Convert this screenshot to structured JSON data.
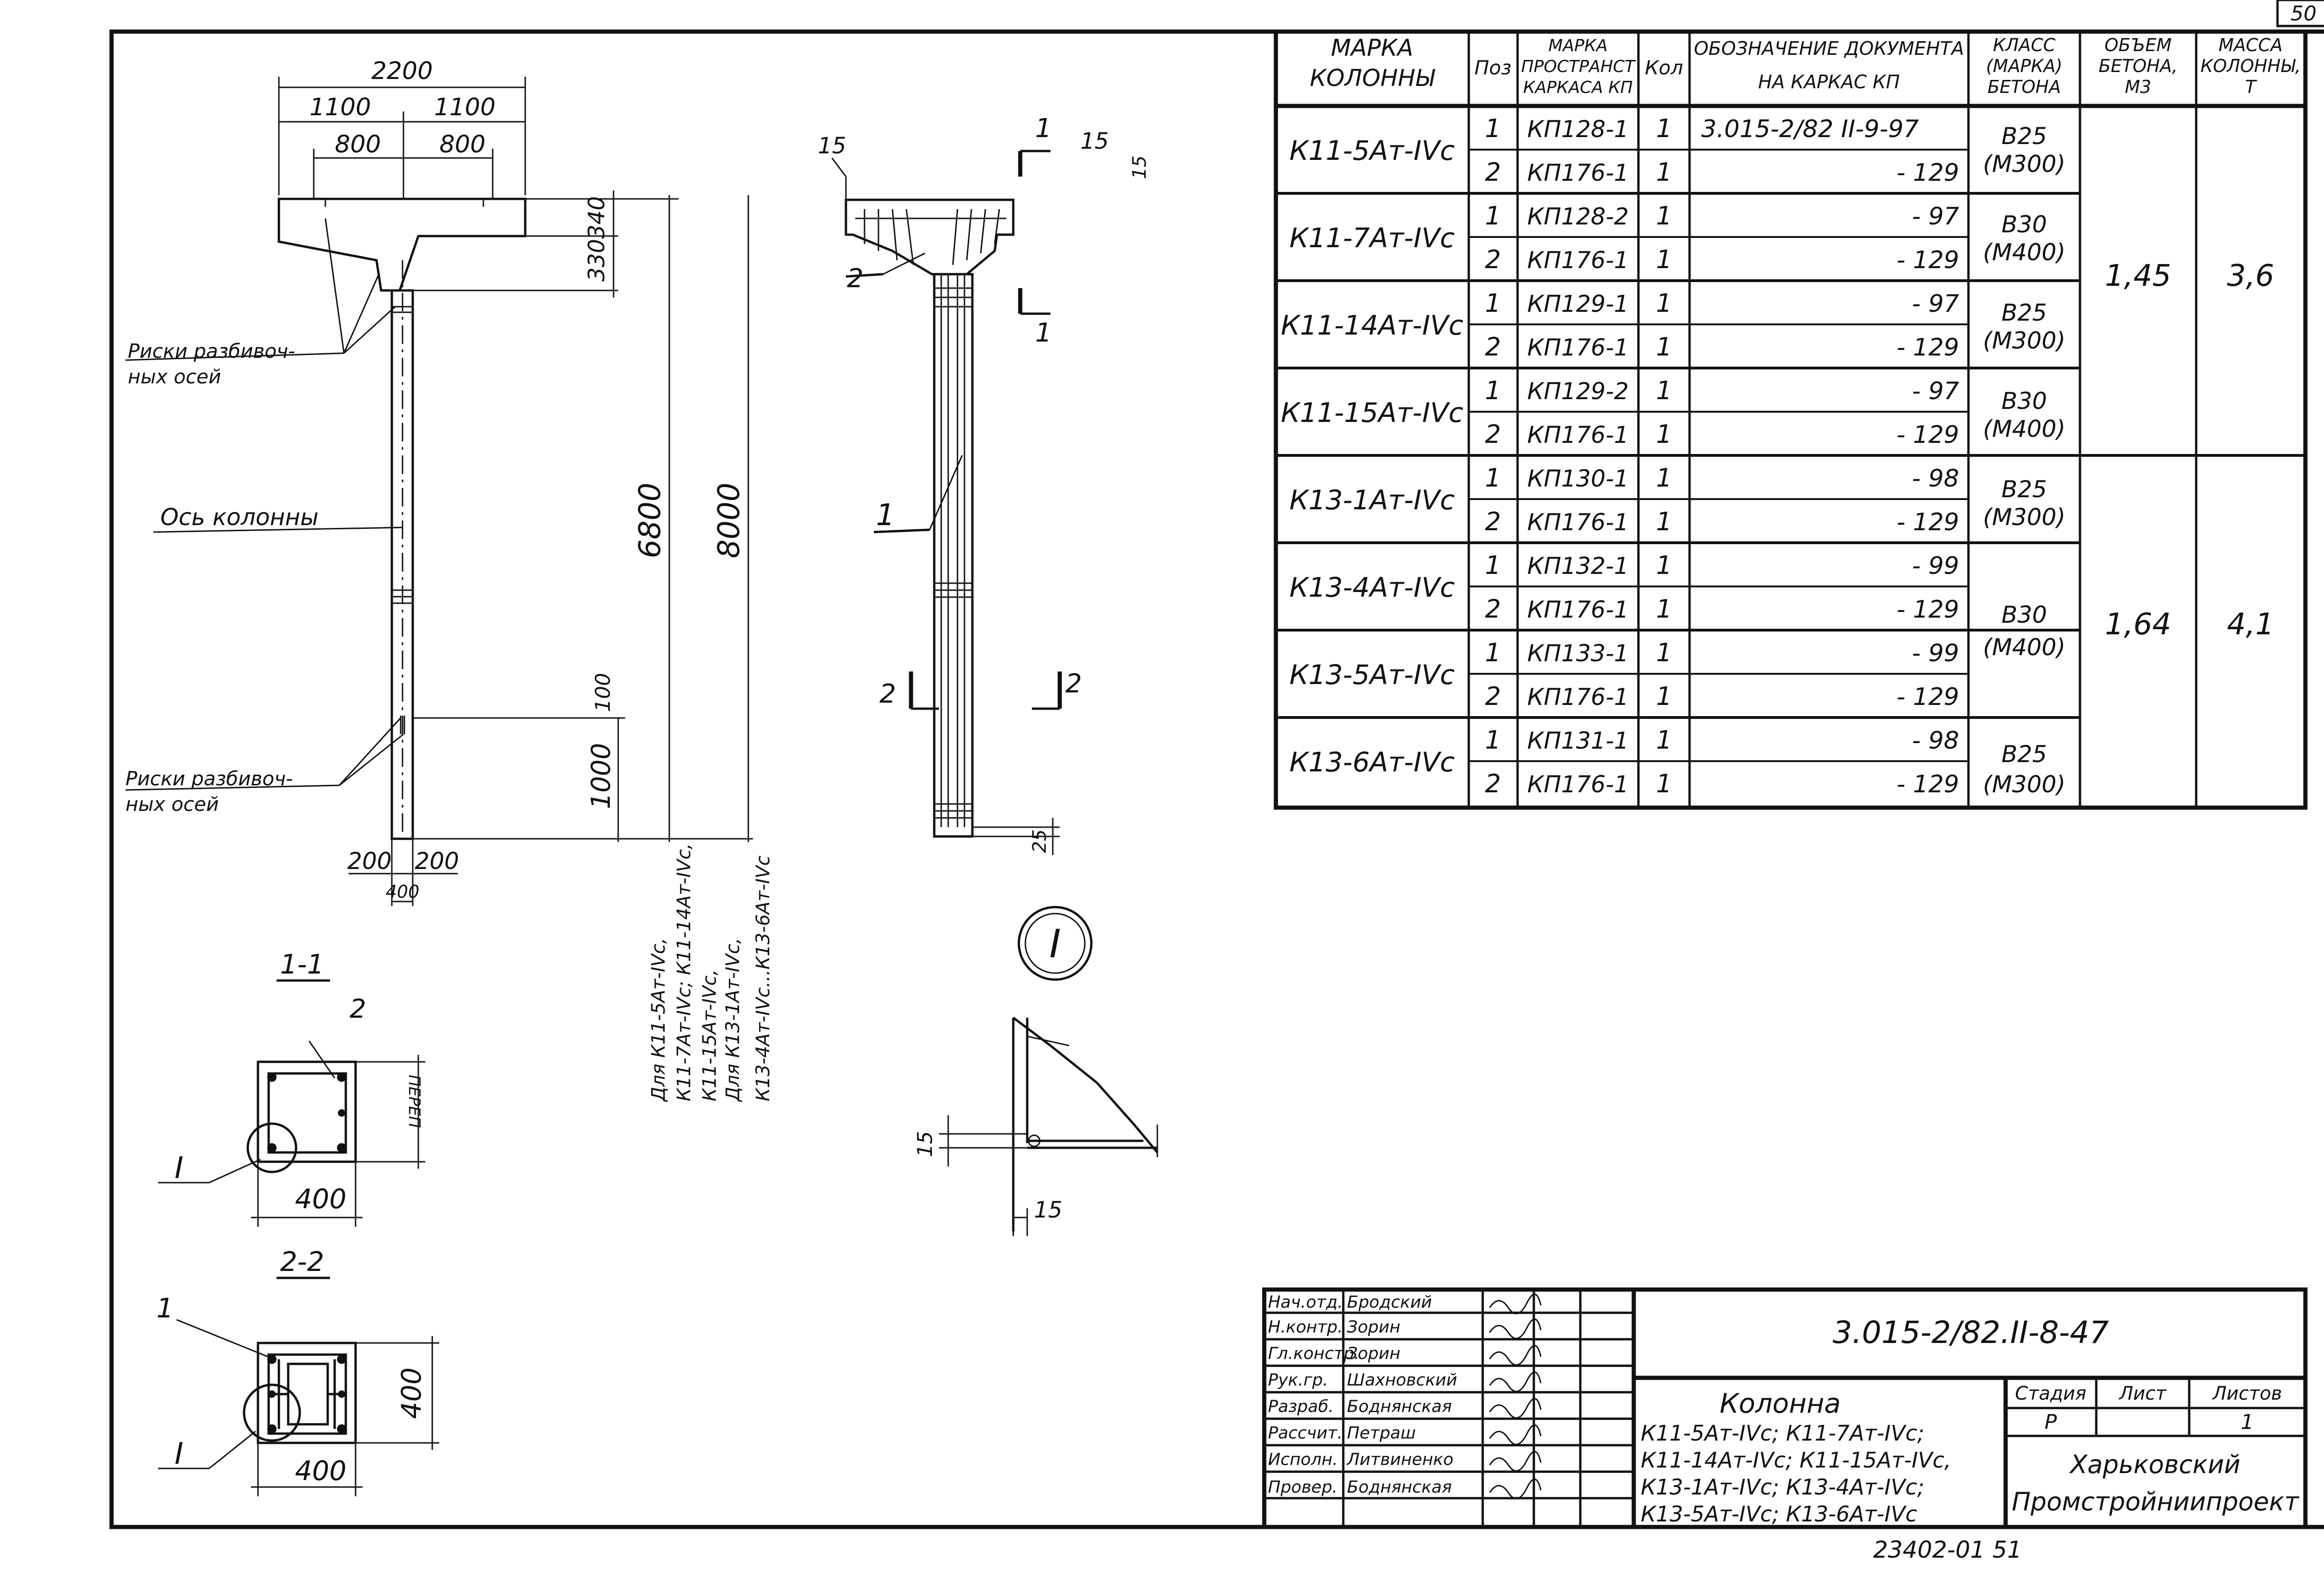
{
  "sheet": {
    "sheet_number": "50",
    "bottom_number": "23402-01  51"
  },
  "elevation": {
    "dim_2200": "2200",
    "dim_1100_left": "1100",
    "dim_1100_right": "1100",
    "dim_800_left": "800",
    "dim_800_right": "800",
    "dim_340": "340",
    "dim_330": "330",
    "dim_6800": "6800",
    "dim_8000": "8000",
    "dim_100": "100",
    "dim_1000": "1000",
    "dim_200_left": "200",
    "dim_200_right": "200",
    "dim_400": "400",
    "label_risks_top_1": "Риски разбивоч-",
    "label_risks_top_2": "ных осей",
    "label_axis": "Ось колонны",
    "label_risks_bottom_1": "Риски разбивоч-",
    "label_risks_bottom_2": "ных осей",
    "note_1": "Для К11-5Ат-IVс,",
    "note_2": "К11-7Ат-IVс; К11-14Ат-IVс,",
    "note_3": "К11-15Ат-IVс,",
    "note_4": "Для К13-1Ат-IVс,",
    "note_5": "К13-4Ат-IVс...К13-6Ат-IVс"
  },
  "cage": {
    "pos_1": "1",
    "pos_2": "2",
    "dim_15_left": "15",
    "dim_15_right": "15",
    "dim_15_side": "15",
    "dim_25": "25",
    "cut_1_top": "1",
    "cut_1_bottom": "1",
    "cut_2_left": "2",
    "cut_2_right": "2"
  },
  "detail_node": {
    "marker": "I",
    "dim_15_a": "15",
    "dim_15_b": "15"
  },
  "sections": {
    "s11_label": "1-1",
    "s11_pos": "2",
    "s11_perep": "ПЕРЕП",
    "s11_width": "400",
    "s11_node": "I",
    "s22_label": "2-2",
    "s22_pos": "1",
    "s22_width": "400",
    "s22_height": "400",
    "s22_node": "I"
  },
  "spec_table": {
    "headers": [
      "Марка колонны",
      "Поз",
      "Марка пространст каркаса КП",
      "Кол",
      "Обозначение документа на каркас КП",
      "Класс (марка) бетона",
      "Объем бетона, м3",
      "Масса колонны, т"
    ],
    "groups": [
      {
        "mark": "К11-5Ат-IVс",
        "rows": [
          [
            "1",
            "КП128-1",
            "1",
            "3.015-2/82 II-9-97"
          ],
          [
            "2",
            "КП176-1",
            "1",
            "- 129"
          ]
        ]
      },
      {
        "mark": "К11-7Ат-IVс",
        "rows": [
          [
            "1",
            "КП128-2",
            "1",
            "- 97"
          ],
          [
            "2",
            "КП176-1",
            "1",
            "- 129"
          ]
        ]
      },
      {
        "mark": "К11-14Ат-IVс",
        "rows": [
          [
            "1",
            "КП129-1",
            "1",
            "- 97"
          ],
          [
            "2",
            "КП176-1",
            "1",
            "- 129"
          ]
        ]
      },
      {
        "mark": "К11-15Ат-IVс",
        "rows": [
          [
            "1",
            "КП129-2",
            "1",
            "- 97"
          ],
          [
            "2",
            "КП176-1",
            "1",
            "- 129"
          ]
        ]
      },
      {
        "mark": "К13-1Ат-IVс",
        "rows": [
          [
            "1",
            "КП130-1",
            "1",
            "- 98"
          ],
          [
            "2",
            "КП176-1",
            "1",
            "- 129"
          ]
        ]
      },
      {
        "mark": "К13-4Ат-IVс",
        "rows": [
          [
            "1",
            "КП132-1",
            "1",
            "- 99"
          ],
          [
            "2",
            "КП176-1",
            "1",
            "- 129"
          ]
        ]
      },
      {
        "mark": "К13-5Ат-IVс",
        "rows": [
          [
            "1",
            "КП133-1",
            "1",
            "- 99"
          ],
          [
            "2",
            "КП176-1",
            "1",
            "- 129"
          ]
        ]
      },
      {
        "mark": "К13-6Ат-IVс",
        "rows": [
          [
            "1",
            "КП131-1",
            "1",
            "- 98"
          ],
          [
            "2",
            "КП176-1",
            "1",
            "- 129"
          ]
        ]
      }
    ],
    "concrete": {
      "b25_1": "В25",
      "m300_1": "(М300)",
      "b30_1": "В30",
      "m400_1": "(М400)",
      "b25_2": "В25",
      "m300_2": "(М300)",
      "b30_2": "В30",
      "m400_2": "(М400)",
      "b25_3": "В25",
      "m300_3": "(М300)",
      "b30_3": "В30",
      "m400_3": "(М400)",
      "b25_4": "В25",
      "m300_4": "(М300)"
    },
    "volume_k11": "1,45",
    "mass_k11": "3,6",
    "volume_k13": "1,64",
    "mass_k13": "4,1"
  },
  "title_block": {
    "roles": [
      "Нач.отд.",
      "Н.контр.",
      "Гл.констр.",
      "Рук.гр.",
      "Разраб.",
      "Рассчит.",
      "Исполн.",
      "Провер."
    ],
    "names": [
      "Бродский",
      "Зорин",
      "Зорин",
      "Шахновский",
      "Боднянская",
      "Петраш",
      "Литвиненко",
      "Боднянская"
    ],
    "doc_code": "3.015-2/82.II-8-47",
    "title": "Колонна",
    "marks_1": "К11-5Ат-IVс; К11-7Ат-IVс;",
    "marks_2": "К11-14Ат-IVс; К11-15Ат-IVс,",
    "marks_3": "К13-1Ат-IVс; К13-4Ат-IVс;",
    "marks_4": "К13-5Ат-IVс; К13-6Ат-IVс",
    "stage_label": "Стадия",
    "sheet_label": "Лист",
    "sheets_label": "Листов",
    "stage_value": "Р",
    "sheets_value": "1",
    "org_1": "Харьковский",
    "org_2": "Промстройниипроект"
  }
}
